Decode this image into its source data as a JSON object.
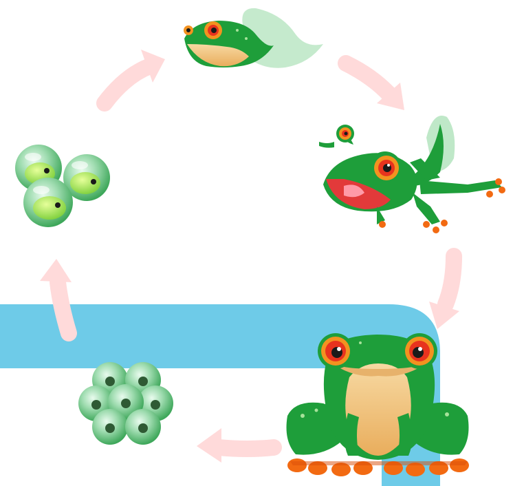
{
  "diagram": {
    "kind": "life-cycle",
    "stages": [
      {
        "name": "tadpole",
        "icon": "tadpole-icon"
      },
      {
        "name": "froglet",
        "icon": "froglet-icon"
      },
      {
        "name": "adult-frog",
        "icon": "adult-frog-icon"
      },
      {
        "name": "frog-spawn",
        "icon": "frog-spawn-icon"
      },
      {
        "name": "developing-eggs",
        "icon": "developing-eggs-icon"
      }
    ],
    "colors": {
      "arrow": "#ffdada",
      "water": "#6ecbe8",
      "frog_green": "#1e9e3a",
      "frog_dark_green": "#0c6a22",
      "frog_belly": "#f2c27a",
      "eye_red": "#e8331e",
      "eye_orange": "#f39220",
      "toe_orange": "#f26a12",
      "egg_green": "#57b96e",
      "egg_light": "#c8efd2",
      "mouth_red": "#e23a3a"
    }
  }
}
